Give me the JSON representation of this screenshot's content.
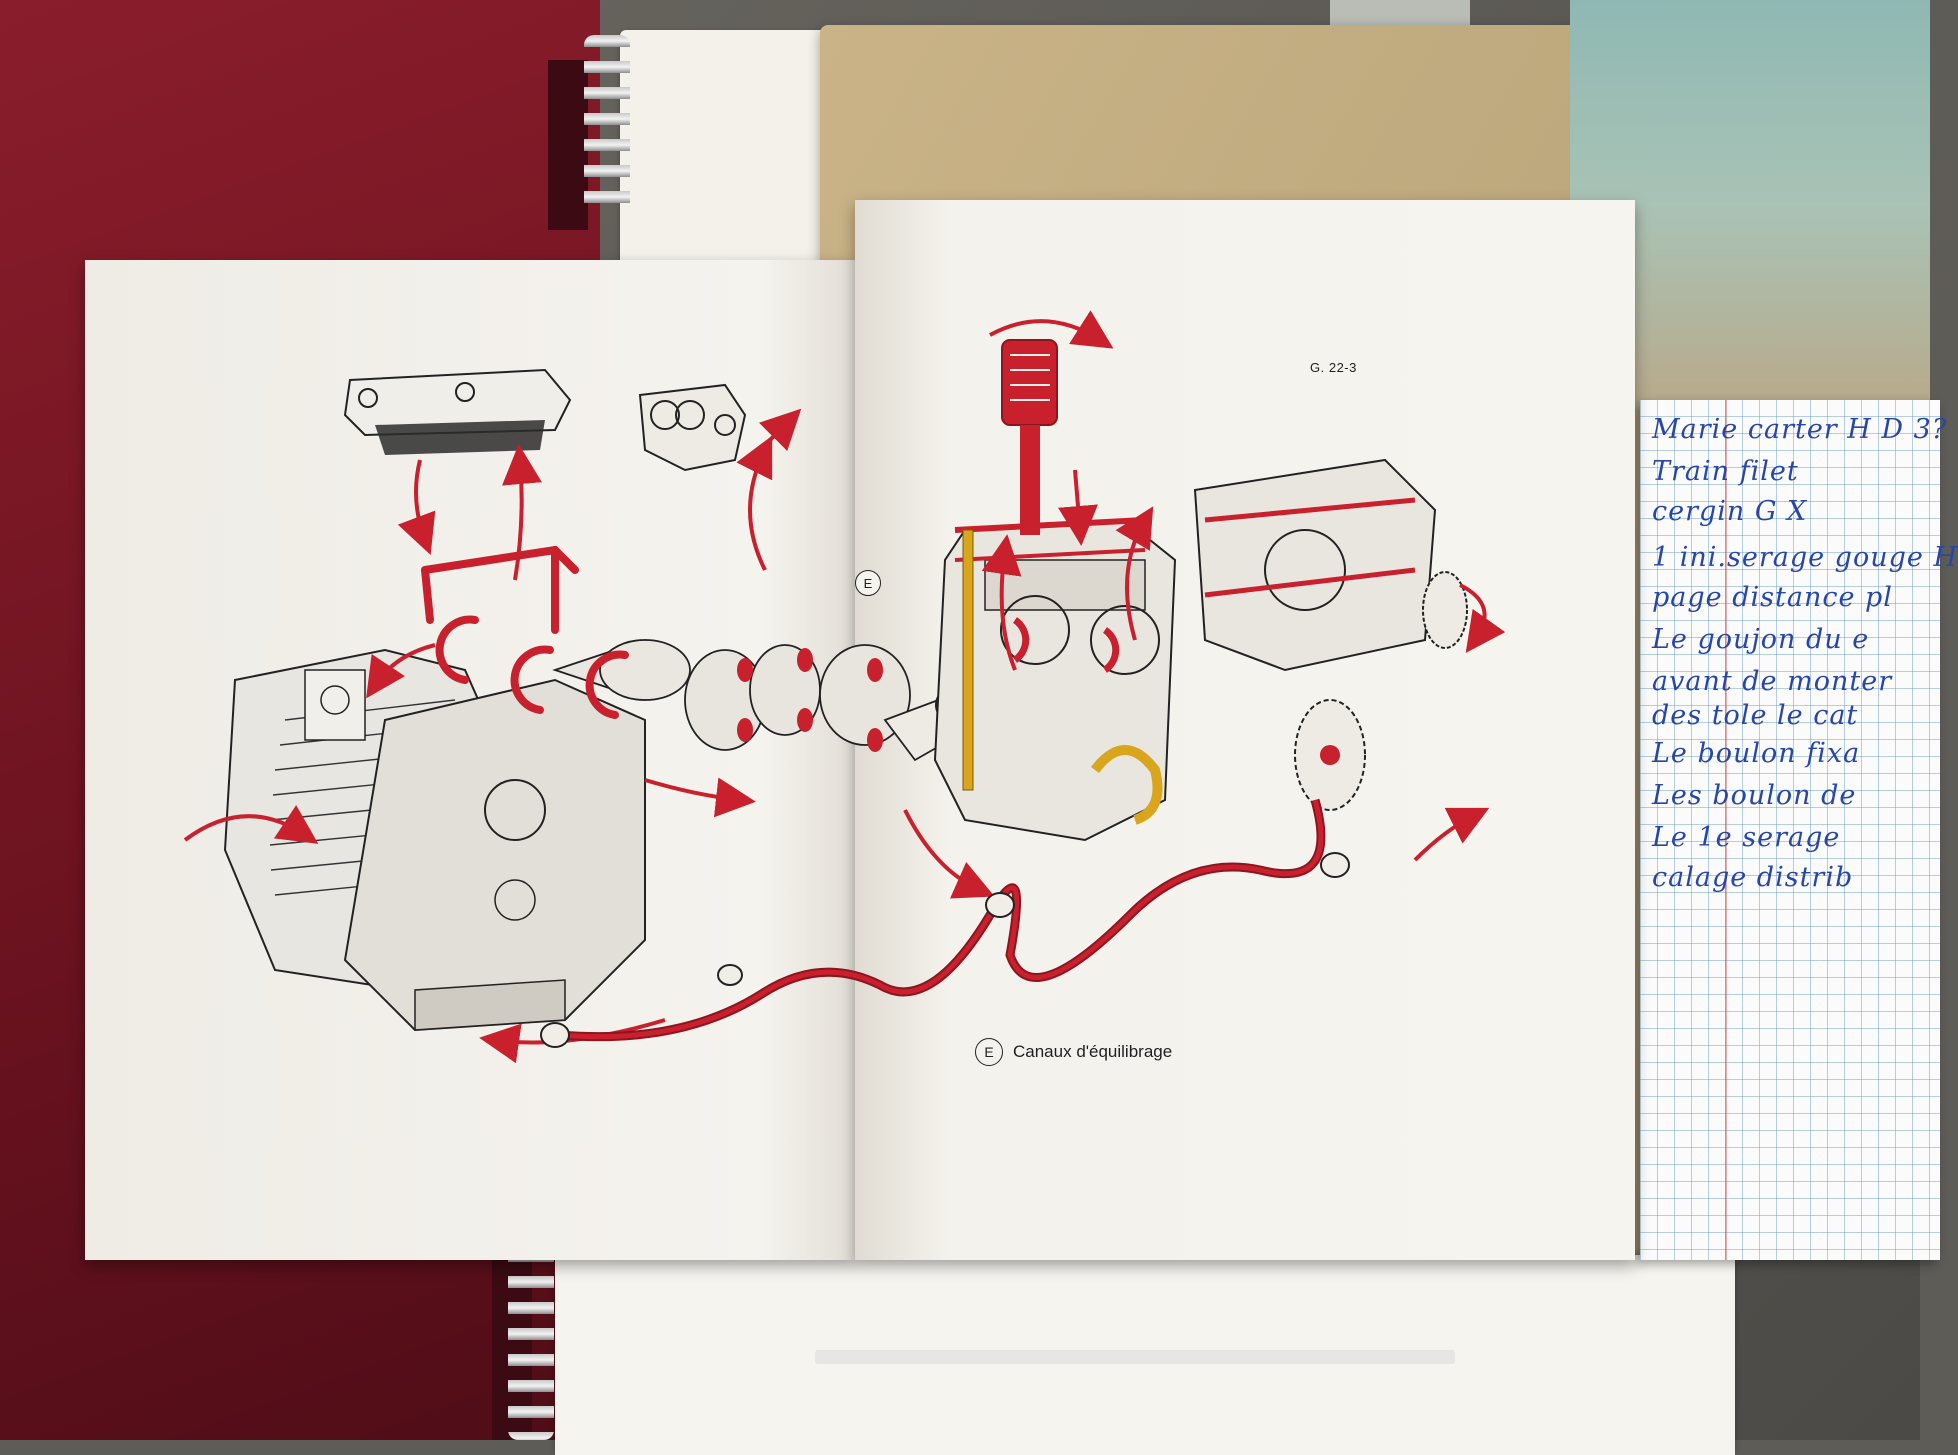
{
  "manual": {
    "page_ref": "G. 22-3",
    "callout_label": "E",
    "caption": {
      "marker": "E",
      "text": "Canaux d'équilibrage"
    }
  },
  "notebook": {
    "lines": [
      "Marie carter  H D 3?",
      "Train filet",
      "cergin    G X",
      "1 ini.serage gouge H",
      "page distance pl",
      "Le goujon du e",
      "avant de monter",
      "des tole le cat",
      "Le boulon fixa",
      "Les boulon de",
      "Le 1e serage",
      "calage distrib"
    ]
  },
  "colors": {
    "oil_channel": "#c8202d",
    "oil_channel_dark": "#8e1420",
    "ink": "#2747a8",
    "binder": "#7a1726",
    "yellow_tube": "#d9a51c"
  }
}
